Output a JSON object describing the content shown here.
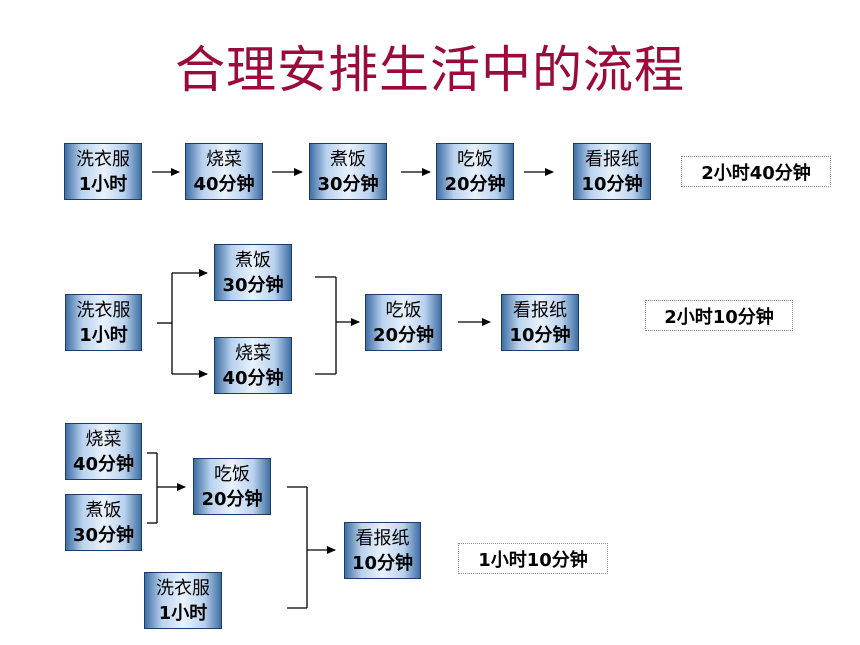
{
  "title": "合理安排生活中的流程",
  "rows": [
    {
      "boxes": [
        {
          "line1": "洗衣服",
          "line2": "1小时"
        },
        {
          "line1": "烧菜",
          "line2": "40分钟"
        },
        {
          "line1": "煮饭",
          "line2": "30分钟"
        },
        {
          "line1": "吃饭",
          "line2": "20分钟"
        },
        {
          "line1": "看报纸",
          "line2": "10分钟"
        }
      ],
      "total": "2小时40分钟"
    },
    {
      "boxes": [
        {
          "line1": "洗衣服",
          "line2": "1小时"
        },
        {
          "line1": "煮饭",
          "line2": "30分钟"
        },
        {
          "line1": "烧菜",
          "line2": "40分钟"
        },
        {
          "line1": "吃饭",
          "line2": "20分钟"
        },
        {
          "line1": "看报纸",
          "line2": "10分钟"
        }
      ],
      "total": "2小时10分钟"
    },
    {
      "boxes": [
        {
          "line1": "烧菜",
          "line2": "40分钟"
        },
        {
          "line1": "煮饭",
          "line2": "30分钟"
        },
        {
          "line1": "吃饭",
          "line2": "20分钟"
        },
        {
          "line1": "看报纸",
          "line2": "10分钟"
        },
        {
          "line1": "洗衣服",
          "line2": "1小时"
        }
      ],
      "total": "1小时10分钟"
    }
  ]
}
